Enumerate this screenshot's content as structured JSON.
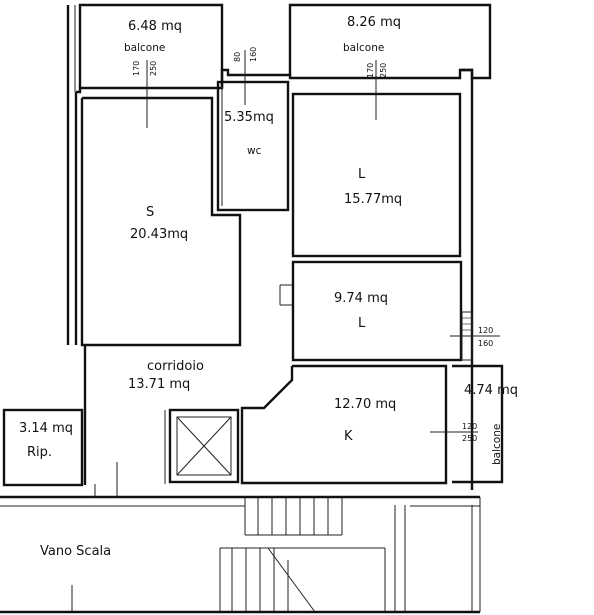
{
  "rooms": {
    "balcone_left": {
      "area": "6.48 mq",
      "name": "balcone"
    },
    "balcone_right": {
      "area": "8.26 mq",
      "name": "balcone"
    },
    "wc": {
      "area": "5.35mq",
      "name": "wc"
    },
    "soggiorno": {
      "name": "S",
      "area": "20.43mq"
    },
    "letto_1": {
      "name": "L",
      "area": "15.77mq"
    },
    "letto_2": {
      "name": "L",
      "area": "9.74 mq"
    },
    "corridoio": {
      "name": "corridoio",
      "area": "13.71 mq"
    },
    "cucina": {
      "name": "K",
      "area": "12.70 mq"
    },
    "balcone_side": {
      "area": "4.74 mq",
      "name": "balcone"
    },
    "ripostiglio": {
      "area": "3.14 mq",
      "name": "Rip."
    },
    "vano_scala": {
      "name": "Vano Scala"
    }
  },
  "openings": {
    "w_balcone_left": {
      "a": "170",
      "b": "250"
    },
    "w_wc": {
      "a": "80",
      "b": "160"
    },
    "w_balcone_right": {
      "a": "170",
      "b": "250"
    },
    "w_letto_2": {
      "a": "120",
      "b": "160"
    },
    "w_cucina": {
      "a": "120",
      "b": "250"
    }
  }
}
